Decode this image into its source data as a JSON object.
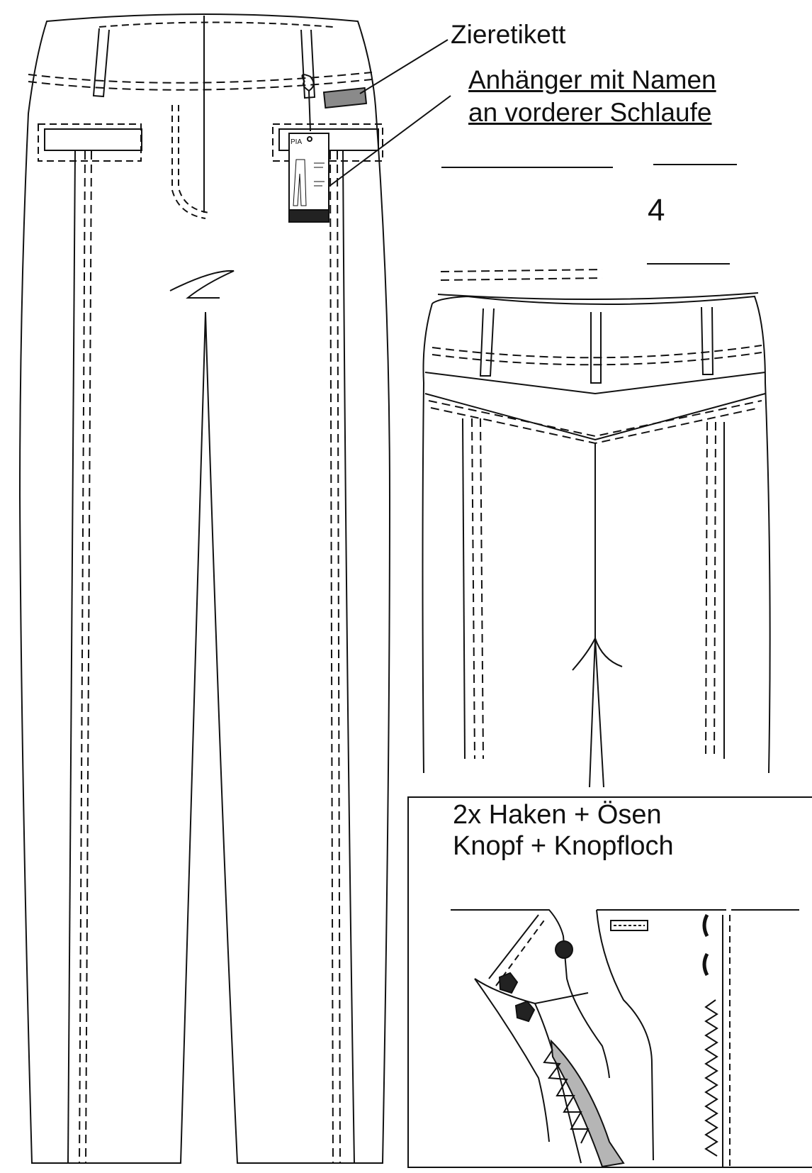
{
  "labels": {
    "decorative_label": "Zieretikett",
    "hangtag_line1": "Anhänger mit Namen",
    "hangtag_line2": "an vorderer Schlaufe",
    "variant_number": "4",
    "closure_line1": "2x Haken + Ösen",
    "closure_line2": "Knopf + Knopfloch"
  },
  "hangtag": {
    "brand": "PIA"
  },
  "colors": {
    "line": "#111111",
    "label_fill": "#8a8a8a",
    "zipper_tape": "#b5b5b5"
  }
}
